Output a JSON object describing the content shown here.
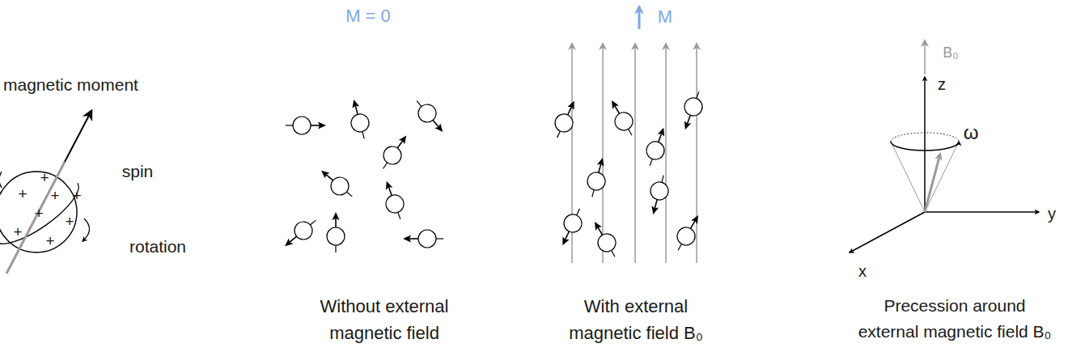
{
  "diagram": {
    "labels": [
      "magnetic moment",
      "spin",
      "+",
      "+",
      "+",
      "+",
      "+",
      "+",
      "+",
      "+",
      "rotation",
      "Without external magnetic field",
      "M = 0",
      "M",
      "With external magnetic field B₀",
      "B₀",
      "z",
      "ω",
      "y",
      "x",
      "Precession around external magnetic field B₀"
    ]
  }
}
